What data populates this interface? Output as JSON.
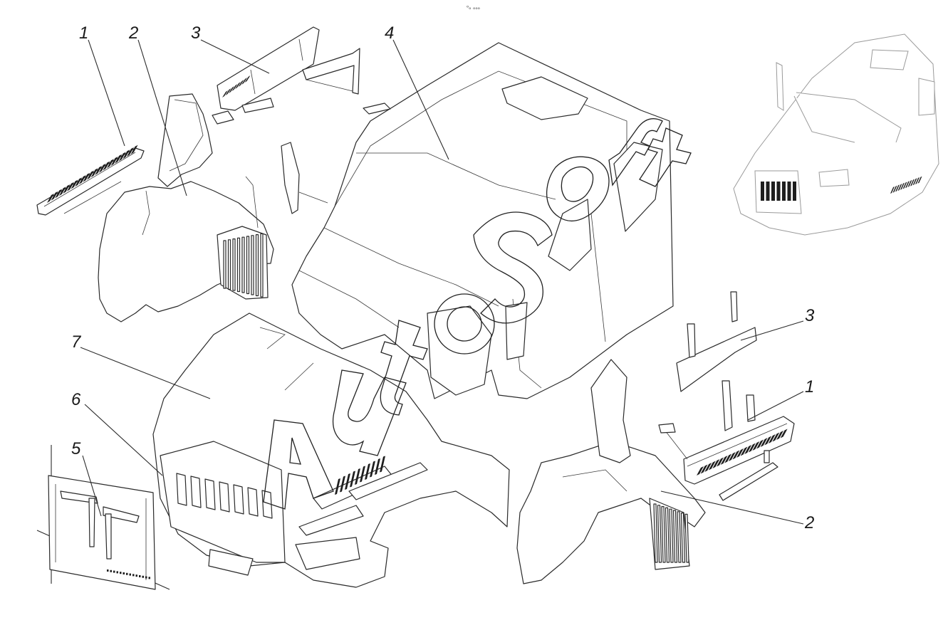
{
  "diagram": {
    "top_mark": "ᵒₒ ₒₒₒ",
    "watermark": "AutoSoft",
    "callouts": [
      {
        "id": "c1-left",
        "label": "1"
      },
      {
        "id": "c2-left",
        "label": "2"
      },
      {
        "id": "c3-left",
        "label": "3"
      },
      {
        "id": "c4",
        "label": "4"
      },
      {
        "id": "c7",
        "label": "7"
      },
      {
        "id": "c6",
        "label": "6"
      },
      {
        "id": "c5",
        "label": "5"
      },
      {
        "id": "c3-right",
        "label": "3"
      },
      {
        "id": "c1-right",
        "label": "1"
      },
      {
        "id": "c2-right",
        "label": "2"
      }
    ]
  }
}
